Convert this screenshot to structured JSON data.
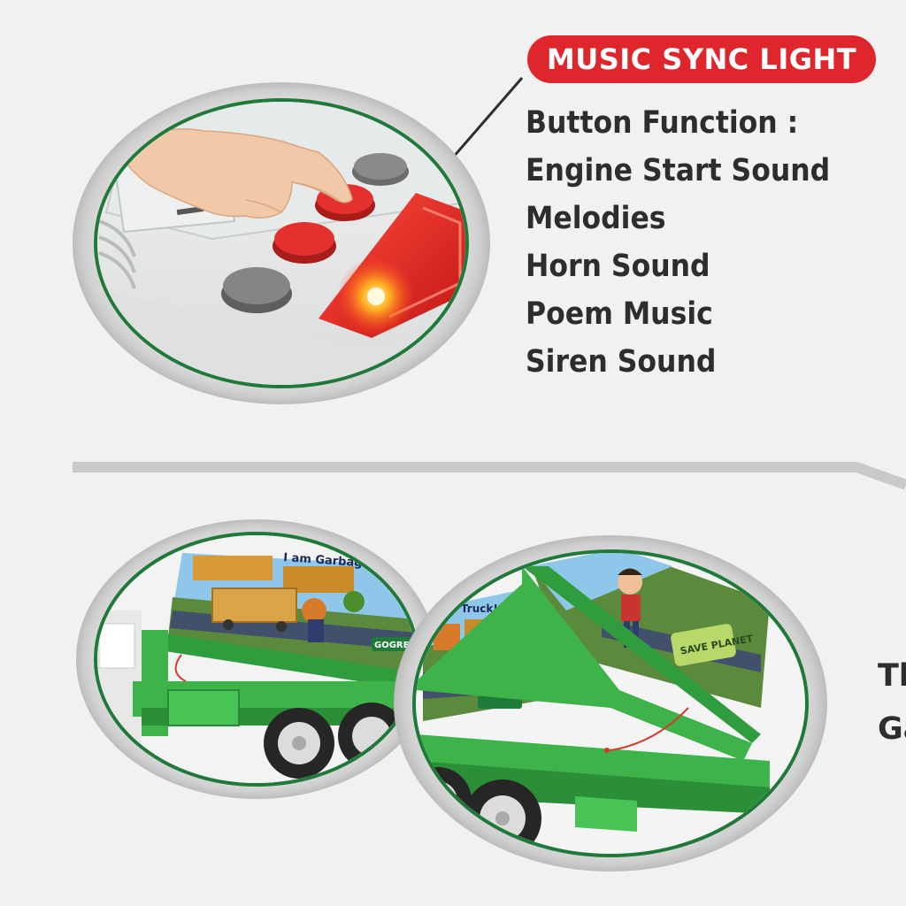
{
  "badge": {
    "label": "MUSIC SYNC LIGHT"
  },
  "functions": {
    "heading": "Button Function :",
    "items": [
      "Engine Start Sound",
      "Melodies",
      "Horn Sound",
      "Poem Music",
      "Siren Sound"
    ]
  },
  "truck_panel": {
    "text_top": "I am Garbag",
    "text_truck": "ge Truck!",
    "logo": "GOGREEN",
    "save_planet": "SAVE PLANET"
  },
  "cut_text": {
    "line1": "Th",
    "line2": "Ga"
  },
  "colors": {
    "badge": "#e0262d",
    "truck_green": "#3db34a",
    "ring_green": "#1f7a3a",
    "button_red": "#e5312e",
    "button_grey": "#7d7d7d",
    "text": "#2d2d2d"
  },
  "icons": [
    "hand-pointer-icon",
    "speaker-grille-icon",
    "light-glow-icon",
    "tilt-arrow-icon"
  ]
}
